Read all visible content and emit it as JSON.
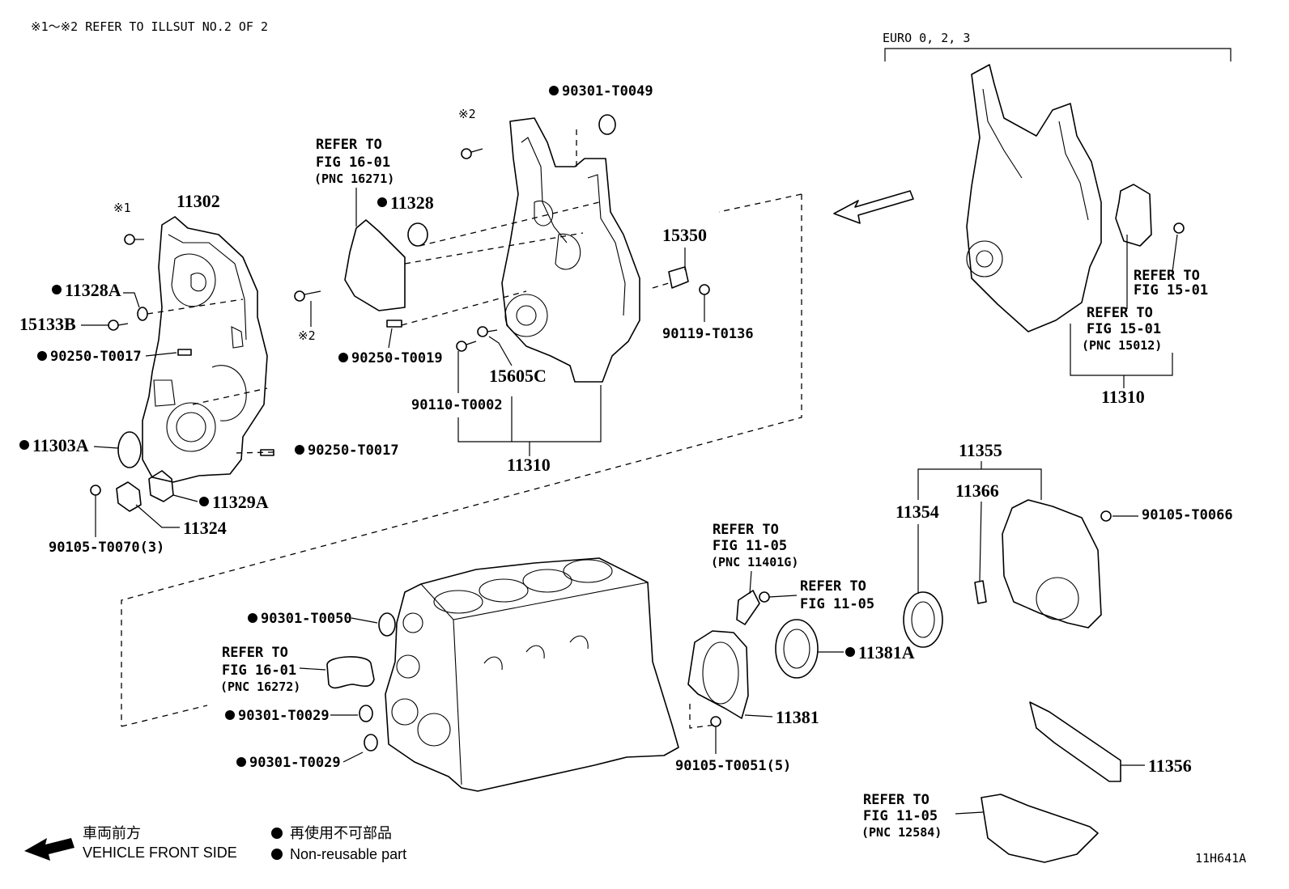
{
  "header_note": "※1～※2 REFER TO ILLSUT NO.2 OF 2",
  "euro_label": "EURO 0, 2, 3",
  "footer": {
    "direction_jp": "車両前方",
    "direction_en": "VEHICLE FRONT SIDE",
    "nonreusable_jp": "再使用不可部品",
    "nonreusable_en": "Non-reusable part",
    "illustration_id": "11H641A"
  },
  "marks": {
    "m1": "※1",
    "m2": "※2"
  },
  "refs": {
    "refer_to": "REFER TO",
    "fig_16_01": "FIG 16-01",
    "fig_15_01": "FIG 15-01",
    "fig_11_05": "FIG 11-05",
    "pnc_16271": "(PNC 16271)",
    "pnc_16272": "(PNC 16272)",
    "pnc_15012": "(PNC 15012)",
    "pnc_11401g": "(PNC 11401G)",
    "pnc_12584": "(PNC 12584)"
  },
  "parts": {
    "p11302": "11302",
    "p11328a": "11328A",
    "p15133b": "15133B",
    "p90250_t0017a": "90250-T0017",
    "p90250_t0017b": "90250-T0017",
    "p11303a": "11303A",
    "p11329a": "11329A",
    "p11324": "11324",
    "p90105_t0070": "90105-T0070(3)",
    "p90301_t0049": "90301-T0049",
    "p11328": "11328",
    "p90250_t0019": "90250-T0019",
    "p15350": "15350",
    "p90119_t0136": "90119-T0136",
    "p15605c": "15605C",
    "p90110_t0002": "90110-T0002",
    "p11310a": "11310",
    "p11310b": "11310",
    "p11355": "11355",
    "p11366": "11366",
    "p11354": "11354",
    "p90105_t0066": "90105-T0066",
    "p11381a": "11381A",
    "p11381": "11381",
    "p90105_t0051": "90105-T0051(5)",
    "p11356": "11356",
    "p90301_t0050": "90301-T0050",
    "p90301_t0029a": "90301-T0029",
    "p90301_t0029b": "90301-T0029"
  }
}
